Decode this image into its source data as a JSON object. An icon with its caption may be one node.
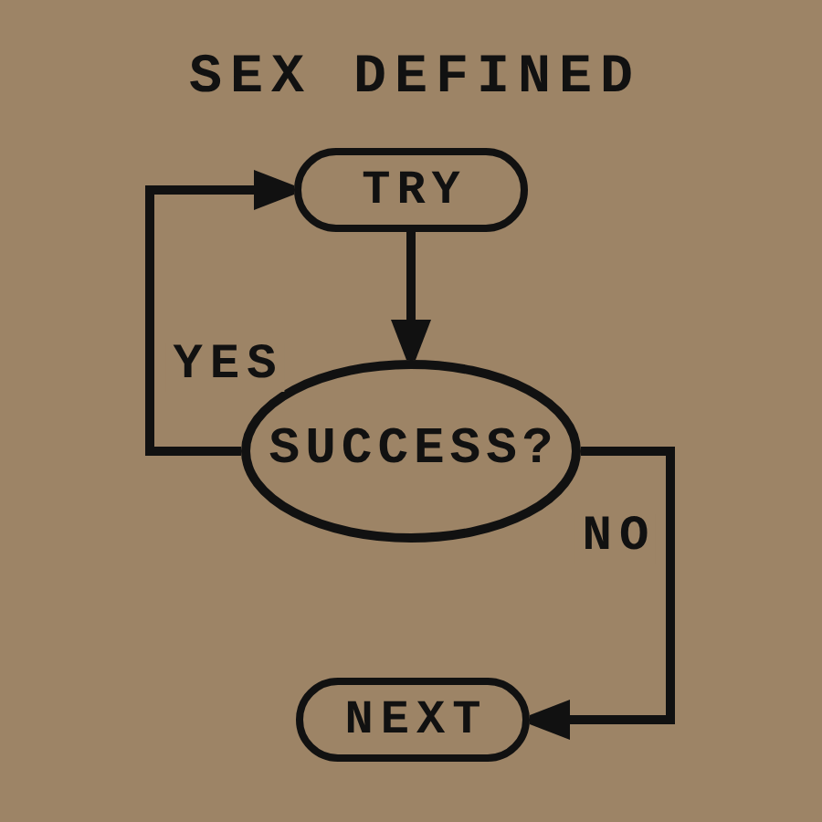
{
  "diagram": {
    "title": "SEX DEFINED",
    "nodes": [
      {
        "text": [
          "TRY"
        ]
      },
      {
        "text": [
          "SUCCESS?"
        ]
      },
      {
        "text": [
          "NEXT"
        ]
      }
    ],
    "edges": [
      {
        "from": 0,
        "to": 1,
        "arrow": "to"
      },
      {
        "from": 1,
        "to": 0,
        "arrow": "to",
        "label": "YES"
      },
      {
        "from": 1,
        "to": 2,
        "arrow": "to",
        "label": "NO"
      }
    ]
  }
}
